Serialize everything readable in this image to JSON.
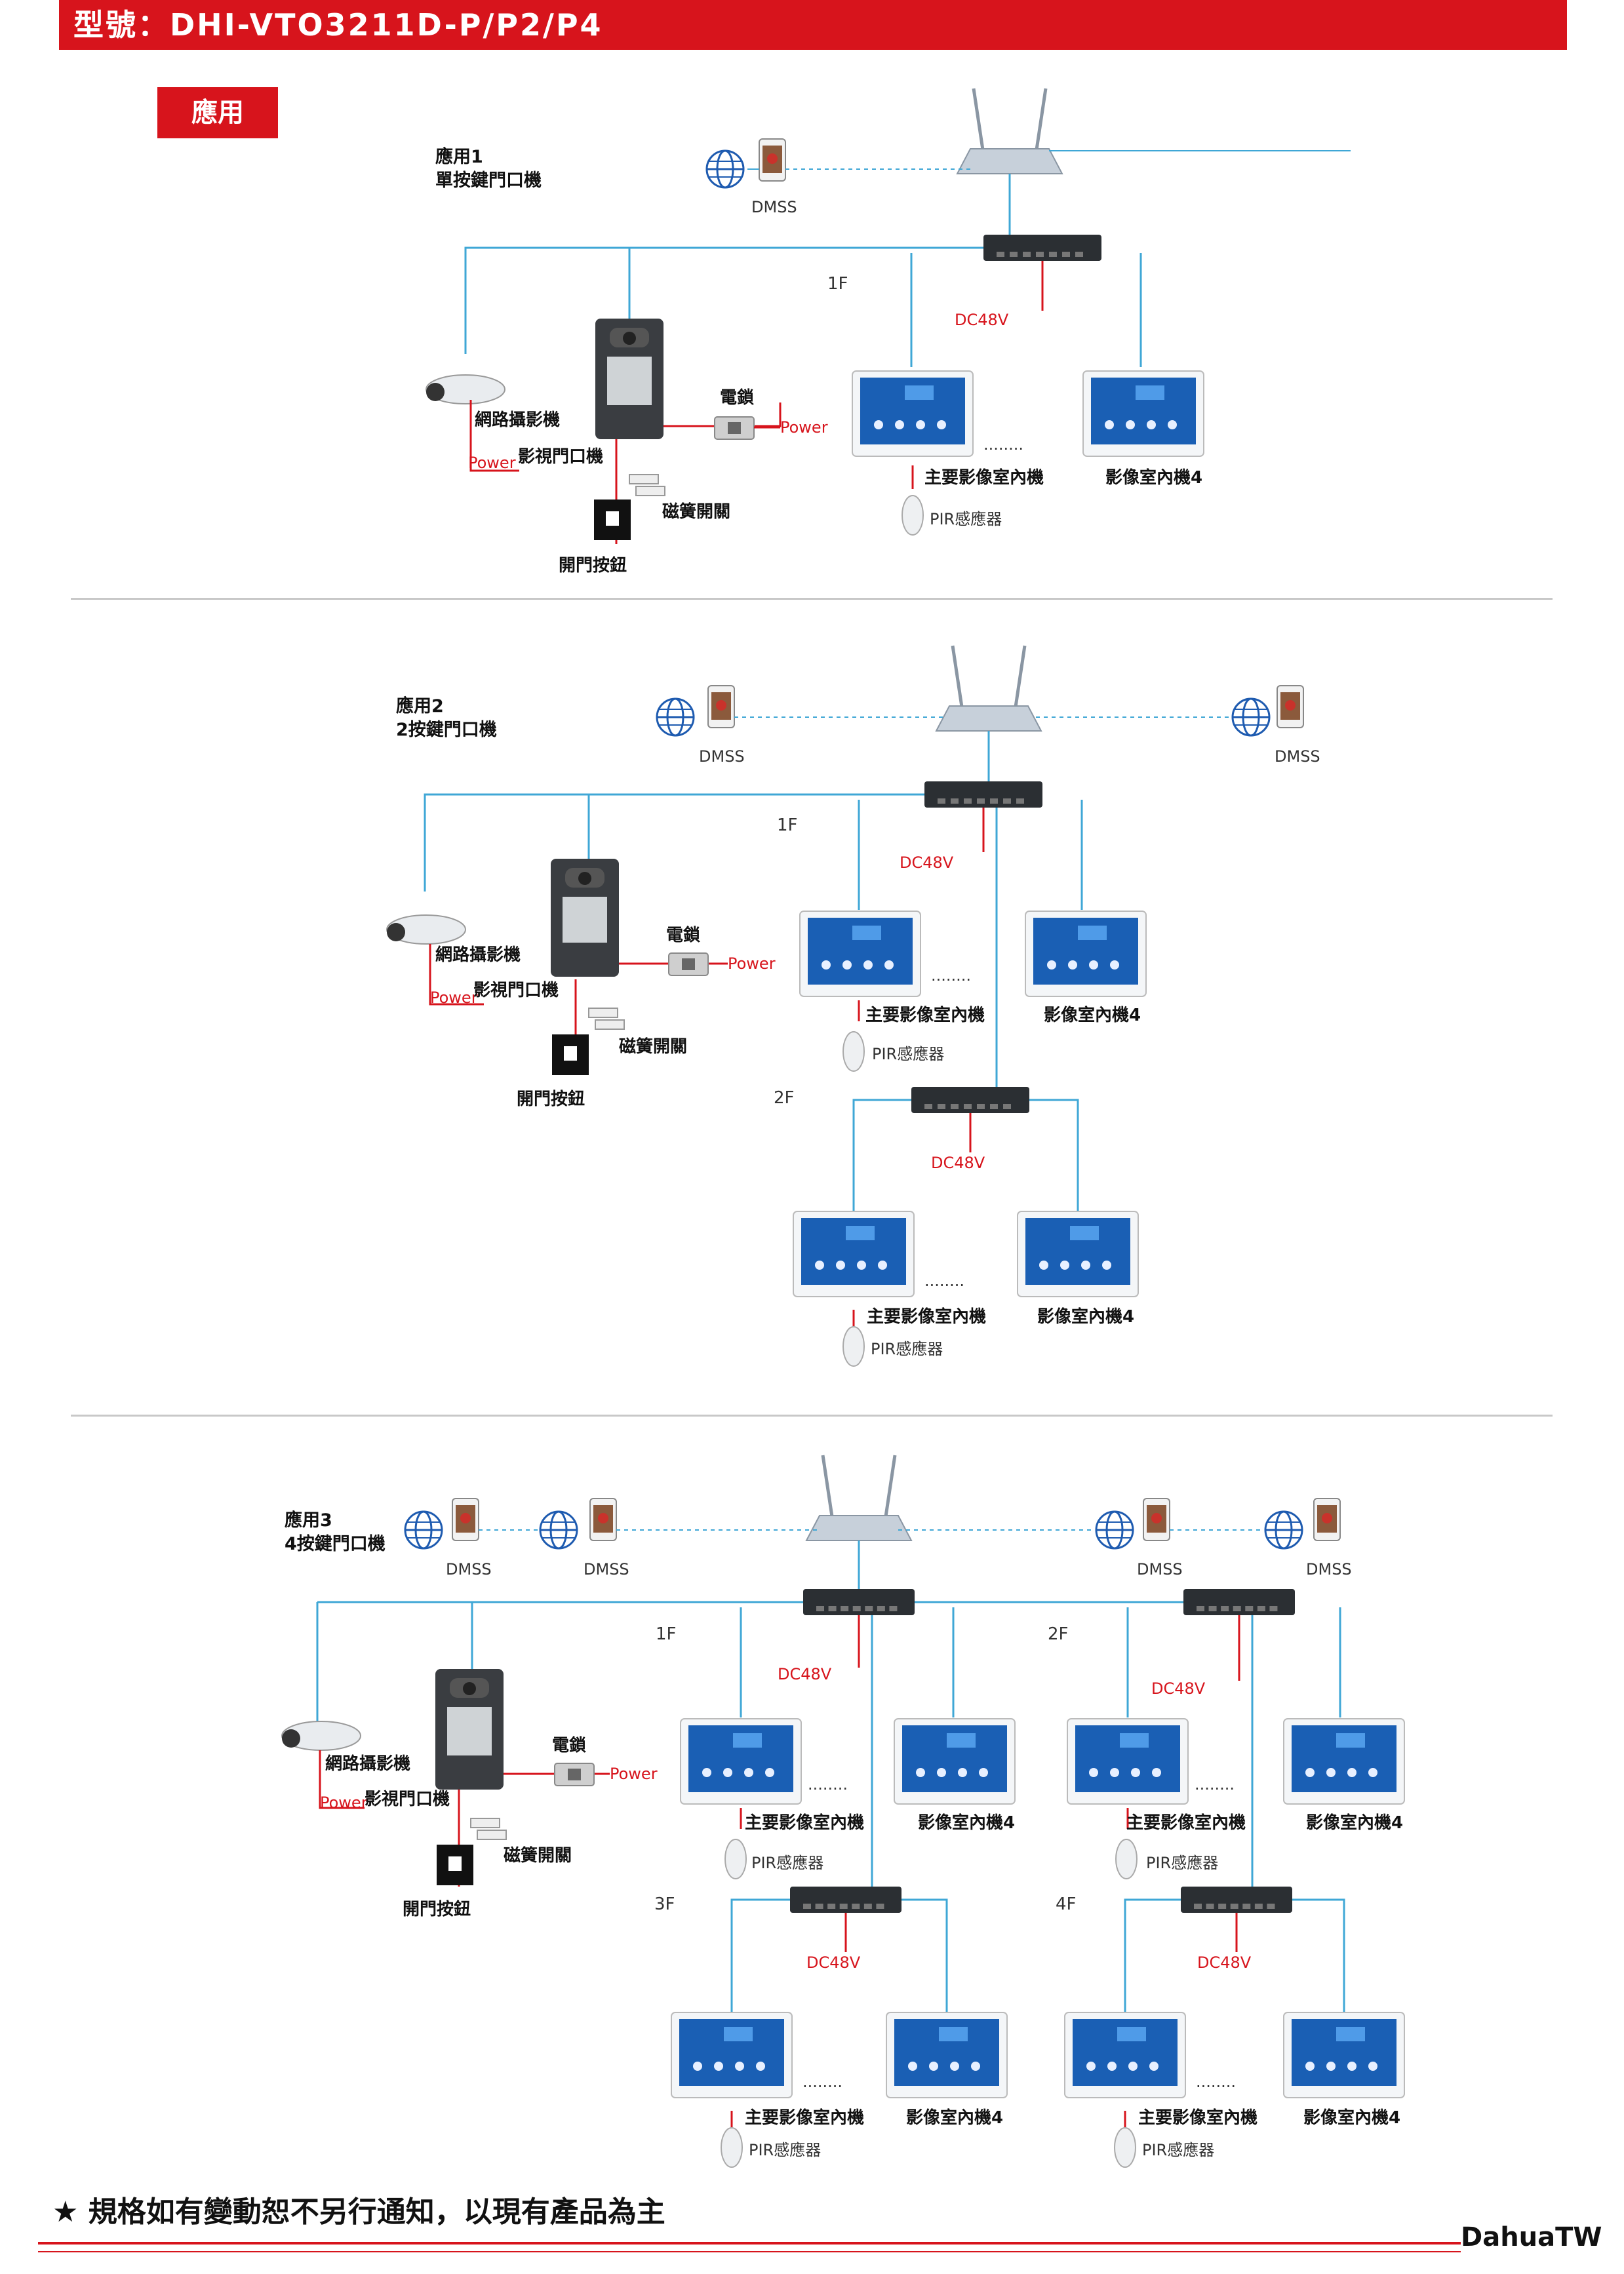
{
  "header": {
    "title": "型號：DHI-VTO3211D-P/P2/P4"
  },
  "section": {
    "label": "應用"
  },
  "apps": [
    {
      "title_line1": "應用1",
      "title_line2": "單按鍵門口機"
    },
    {
      "title_line1": "應用2",
      "title_line2": "2按鍵門口機"
    },
    {
      "title_line1": "應用3",
      "title_line2": "4按鍵門口機"
    }
  ],
  "labels": {
    "dmss": "DMSS",
    "camera": "網路攝影機",
    "door_station": "影視門口機",
    "lock": "電鎖",
    "power": "Power",
    "magnet": "磁簧開關",
    "exit_button": "開門按鈕",
    "dc48v": "DC48V",
    "master_monitor": "主要影像室內機",
    "monitor4": "影像室內機4",
    "pir": "PIR感應器",
    "dots": "........",
    "floor1": "1F",
    "floor2": "2F",
    "floor3": "3F",
    "floor4": "4F"
  },
  "colors": {
    "accent": "#d7141c",
    "network_line": "#3fa7d6",
    "power_line": "#d7141c"
  },
  "footer": {
    "note": "★ 規格如有變動恕不另行通知，以現有產品為主",
    "brand": "DahuaTW"
  }
}
